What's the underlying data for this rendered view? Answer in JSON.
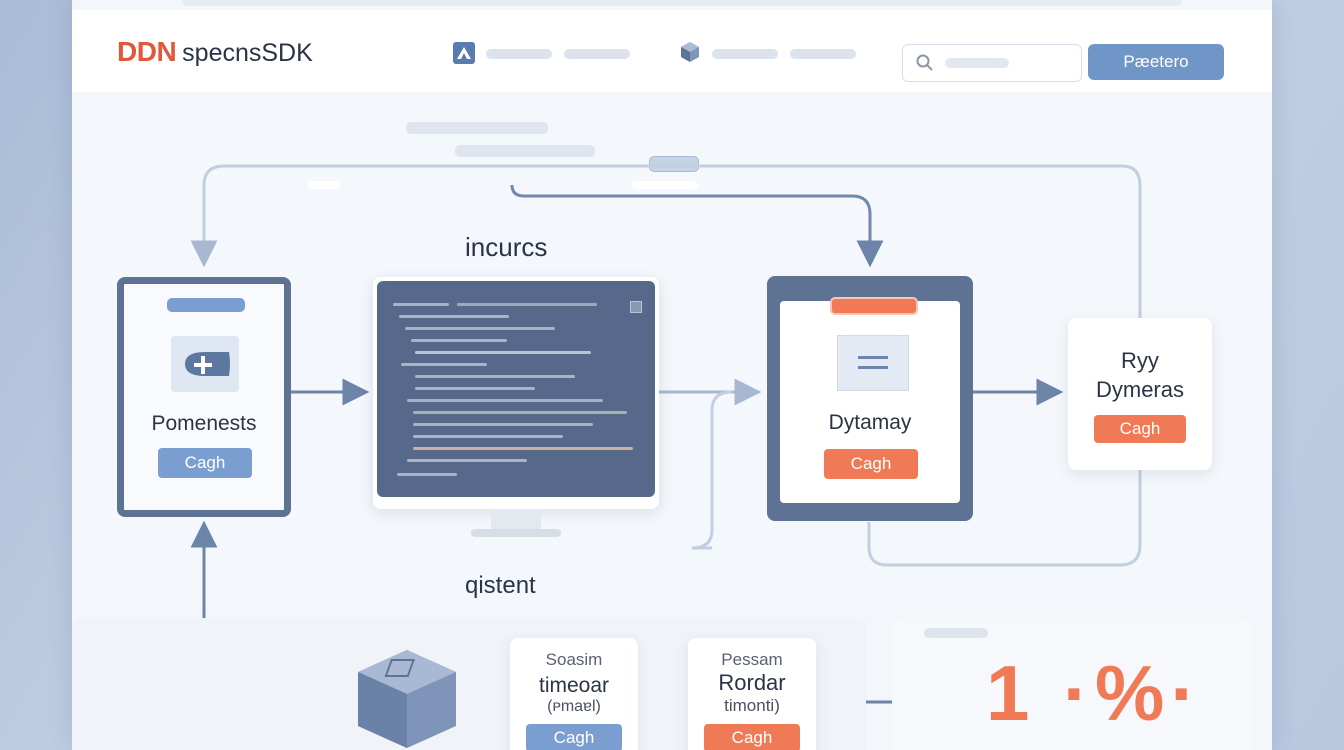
{
  "header": {
    "logo_mark": "DDN",
    "logo_text": "specnsSDK",
    "primary_button": "Pæetero"
  },
  "diagram": {
    "top_label": "incurcs",
    "bottom_label": "qistent",
    "nodes": {
      "left": {
        "title": "Pomenests",
        "chip": "Cagh"
      },
      "middle_right": {
        "title": "Dytamay",
        "chip": "Cagh"
      },
      "far_right": {
        "title_line1": "Ryy",
        "title_line2": "Dymeras",
        "chip": "Cagh"
      }
    },
    "bottom_nodes": {
      "first": {
        "line1": "Soasim",
        "line2": "timeoar",
        "line3": "(ᴘmaɐl)",
        "chip": "Cagh"
      },
      "second": {
        "line1": "Pessam",
        "line2": "Rordar",
        "line3": "timonti)",
        "chip": "Cagh"
      }
    },
    "big_stat": "1 ·%·"
  },
  "colors": {
    "accent_orange": "#ef7a55",
    "accent_blue": "#7b9ed1",
    "frame_slate": "#5e7393",
    "logo_red": "#e1573a"
  }
}
